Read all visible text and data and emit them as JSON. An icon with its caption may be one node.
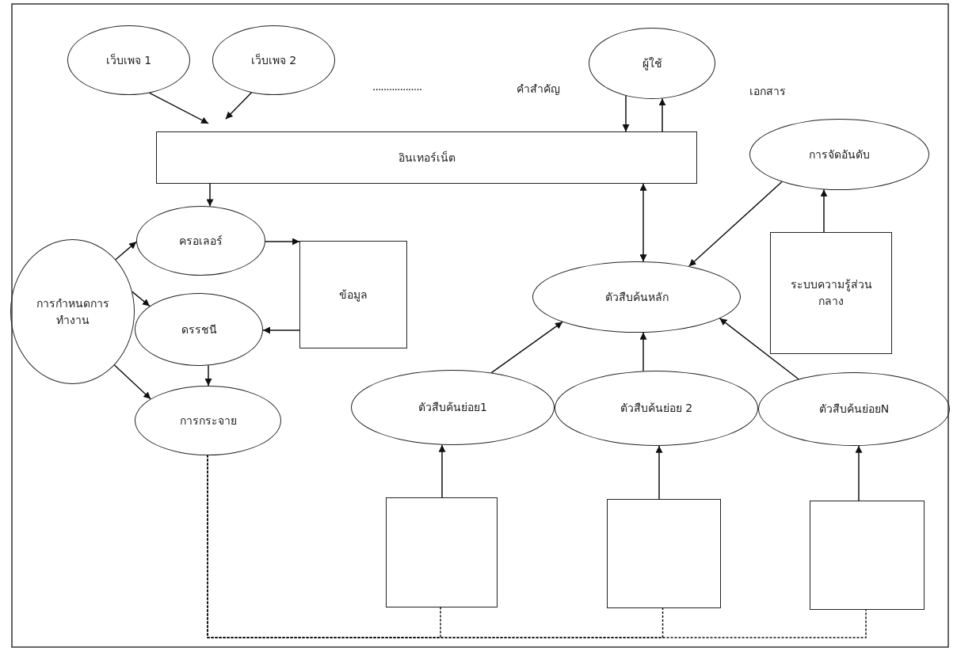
{
  "diagram": {
    "nodes": [
      {
        "text": [
          "เว็บเพจ 1"
        ]
      },
      {
        "text": [
          "เว็บเพจ 2"
        ]
      },
      {
        "text": [
          "ผู้ใช้"
        ]
      },
      {
        "text": [
          "อินเทอร์เน็ต"
        ]
      },
      {
        "text": [
          "การจัดอันดับ"
        ]
      },
      {
        "text": [
          "ครอเลอร์"
        ]
      },
      {
        "text": [
          "การกำหนดการทำงาน"
        ]
      },
      {
        "text": [
          "ข้อมูล"
        ]
      },
      {
        "text": [
          "ระบบความรู้ส่วนกลาง"
        ]
      },
      {
        "text": [
          "ตัวสืบค้นหลัก"
        ]
      },
      {
        "text": [
          "ดรรชนี"
        ]
      },
      {
        "text": [
          "การกระจาย"
        ]
      },
      {
        "text": [
          "ตัวสืบค้นย่อย1"
        ]
      },
      {
        "text": [
          "ตัวสืบค้นย่อย 2"
        ]
      },
      {
        "text": [
          "ตัวสืบค้นย่อยN"
        ]
      },
      {
        "text": [],
        "shape": "box"
      },
      {
        "text": [],
        "shape": "box"
      },
      {
        "text": [],
        "shape": "box"
      }
    ],
    "edges": [
      {
        "from": 0,
        "to": 3,
        "arrow": "to"
      },
      {
        "from": 1,
        "to": 3,
        "arrow": "to"
      },
      {
        "from": 2,
        "to": 3,
        "arrow": "to"
      },
      {
        "from": 3,
        "to": 2,
        "arrow": "to"
      },
      {
        "from": 3,
        "to": 5,
        "arrow": "to"
      },
      {
        "from": 3,
        "to": 9,
        "arrow": "both"
      },
      {
        "from": 4,
        "to": 9,
        "arrow": "to"
      },
      {
        "from": 8,
        "to": 4,
        "arrow": "to"
      },
      {
        "from": 6,
        "to": 5,
        "arrow": "to"
      },
      {
        "from": 6,
        "to": 10,
        "arrow": "to"
      },
      {
        "from": 6,
        "to": 11,
        "arrow": "to"
      },
      {
        "from": 5,
        "to": 7,
        "arrow": "to"
      },
      {
        "from": 7,
        "to": 10,
        "arrow": "to"
      },
      {
        "from": 10,
        "to": 11,
        "arrow": "to"
      },
      {
        "from": 12,
        "to": 9,
        "arrow": "to"
      },
      {
        "from": 13,
        "to": 9,
        "arrow": "to"
      },
      {
        "from": 14,
        "to": 9,
        "arrow": "to"
      },
      {
        "from": 15,
        "to": 12,
        "arrow": "to"
      },
      {
        "from": 16,
        "to": 13,
        "arrow": "to"
      },
      {
        "from": 17,
        "to": 14,
        "arrow": "to"
      },
      {
        "from": 11,
        "to": 15,
        "arrow": "none",
        "style": "dashed"
      },
      {
        "from": 11,
        "to": 16,
        "arrow": "none",
        "style": "dashed"
      },
      {
        "from": 11,
        "to": 17,
        "arrow": "none",
        "style": "dashed"
      }
    ],
    "labels": [
      "..................",
      "คำสำคัญ",
      "เอกสาร"
    ]
  }
}
